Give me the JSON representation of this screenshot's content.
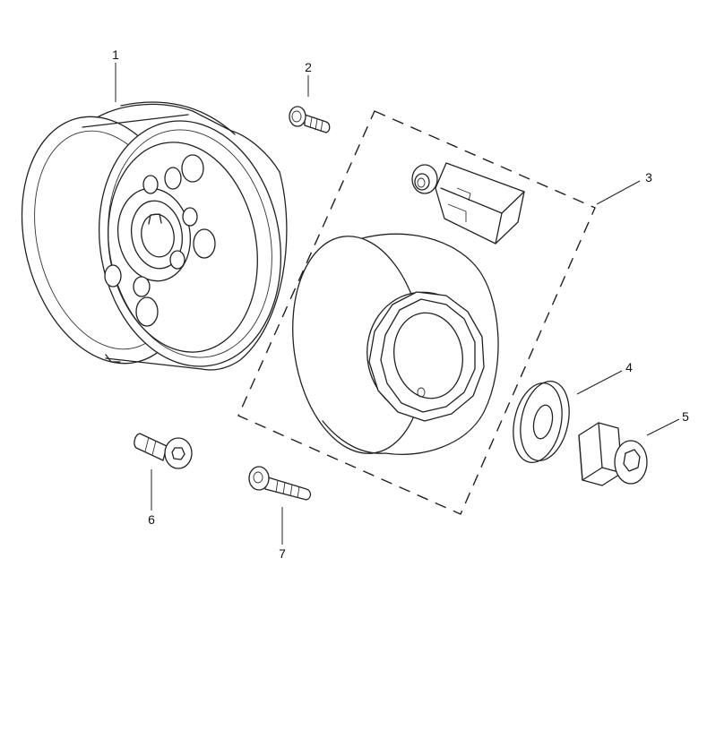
{
  "diagram": {
    "callouts": [
      {
        "id": "1",
        "label": "1"
      },
      {
        "id": "2",
        "label": "2"
      },
      {
        "id": "3",
        "label": "3"
      },
      {
        "id": "4",
        "label": "4"
      },
      {
        "id": "5",
        "label": "5"
      },
      {
        "id": "6",
        "label": "6"
      },
      {
        "id": "7",
        "label": "7"
      }
    ]
  },
  "colors": {
    "line": "#222222",
    "background": "#ffffff"
  }
}
